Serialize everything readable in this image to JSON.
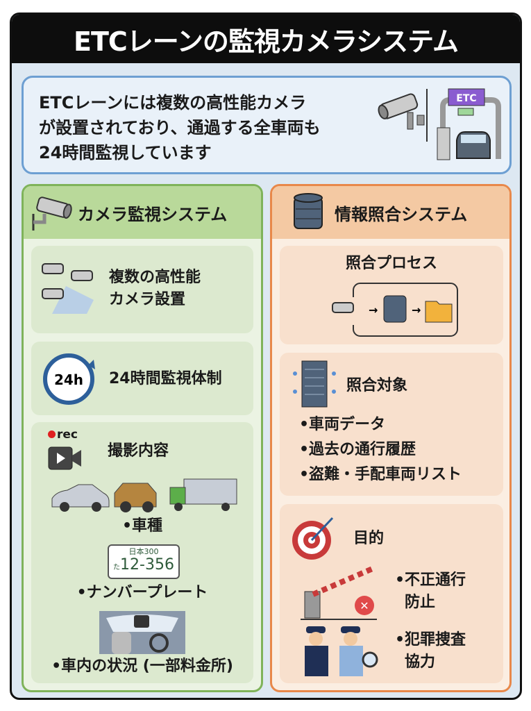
{
  "title": "ETCレーンの監視カメラシステム",
  "intro": {
    "text_lines": [
      "ETCレーンには複数の高性能カメラ",
      "が設置されており、通過する全車両も",
      "24時間監視しています"
    ],
    "gate_label": "ETC"
  },
  "left_panel": {
    "title": "カメラ監視システム",
    "accent": "#7fb35a",
    "cards": {
      "cameras": {
        "lines": [
          "複数の高性能",
          "カメラ設置"
        ]
      },
      "monitoring": {
        "clock_label": "24h",
        "text": "24時間監視体制"
      },
      "capture": {
        "rec_label": "rec",
        "title": "撮影内容",
        "items": [
          "•車種",
          "•ナンバープレート",
          "•車内の状況 (一部料金所)"
        ],
        "plate": {
          "top": "日本300",
          "kana": "た",
          "number": "12-356"
        }
      }
    }
  },
  "right_panel": {
    "title": "情報照合システム",
    "accent": "#e8884a",
    "cards": {
      "process": {
        "title": "照合プロセス"
      },
      "targets": {
        "title": "照合対象",
        "items": [
          "•車両データ",
          "•過去の通行履歴",
          "•盗難・手配車両リスト"
        ]
      },
      "purpose": {
        "title": "目的",
        "items": [
          {
            "lines": [
              "•不正通行",
              "防止"
            ]
          },
          {
            "lines": [
              "•犯罪捜査",
              "協力"
            ]
          }
        ]
      }
    }
  }
}
